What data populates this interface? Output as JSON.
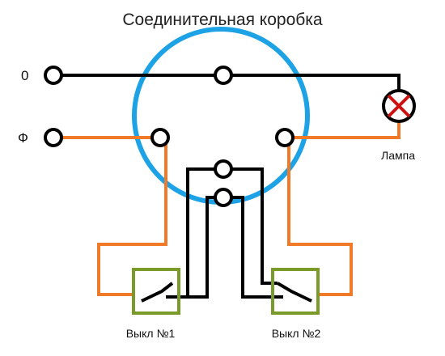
{
  "title": "Соединительная коробка",
  "labels": {
    "neutral": "0",
    "phase": "Ф",
    "lamp": "Лампа",
    "switch1": "Выкл №1",
    "switch2": "Выкл №2"
  },
  "colors": {
    "junction_box": "#1ea2e6",
    "phase_wire": "#f07a28",
    "neutral_wire": "#000000",
    "switch_frame": "#7a9a2a",
    "lamp_cross": "#cc1111"
  }
}
